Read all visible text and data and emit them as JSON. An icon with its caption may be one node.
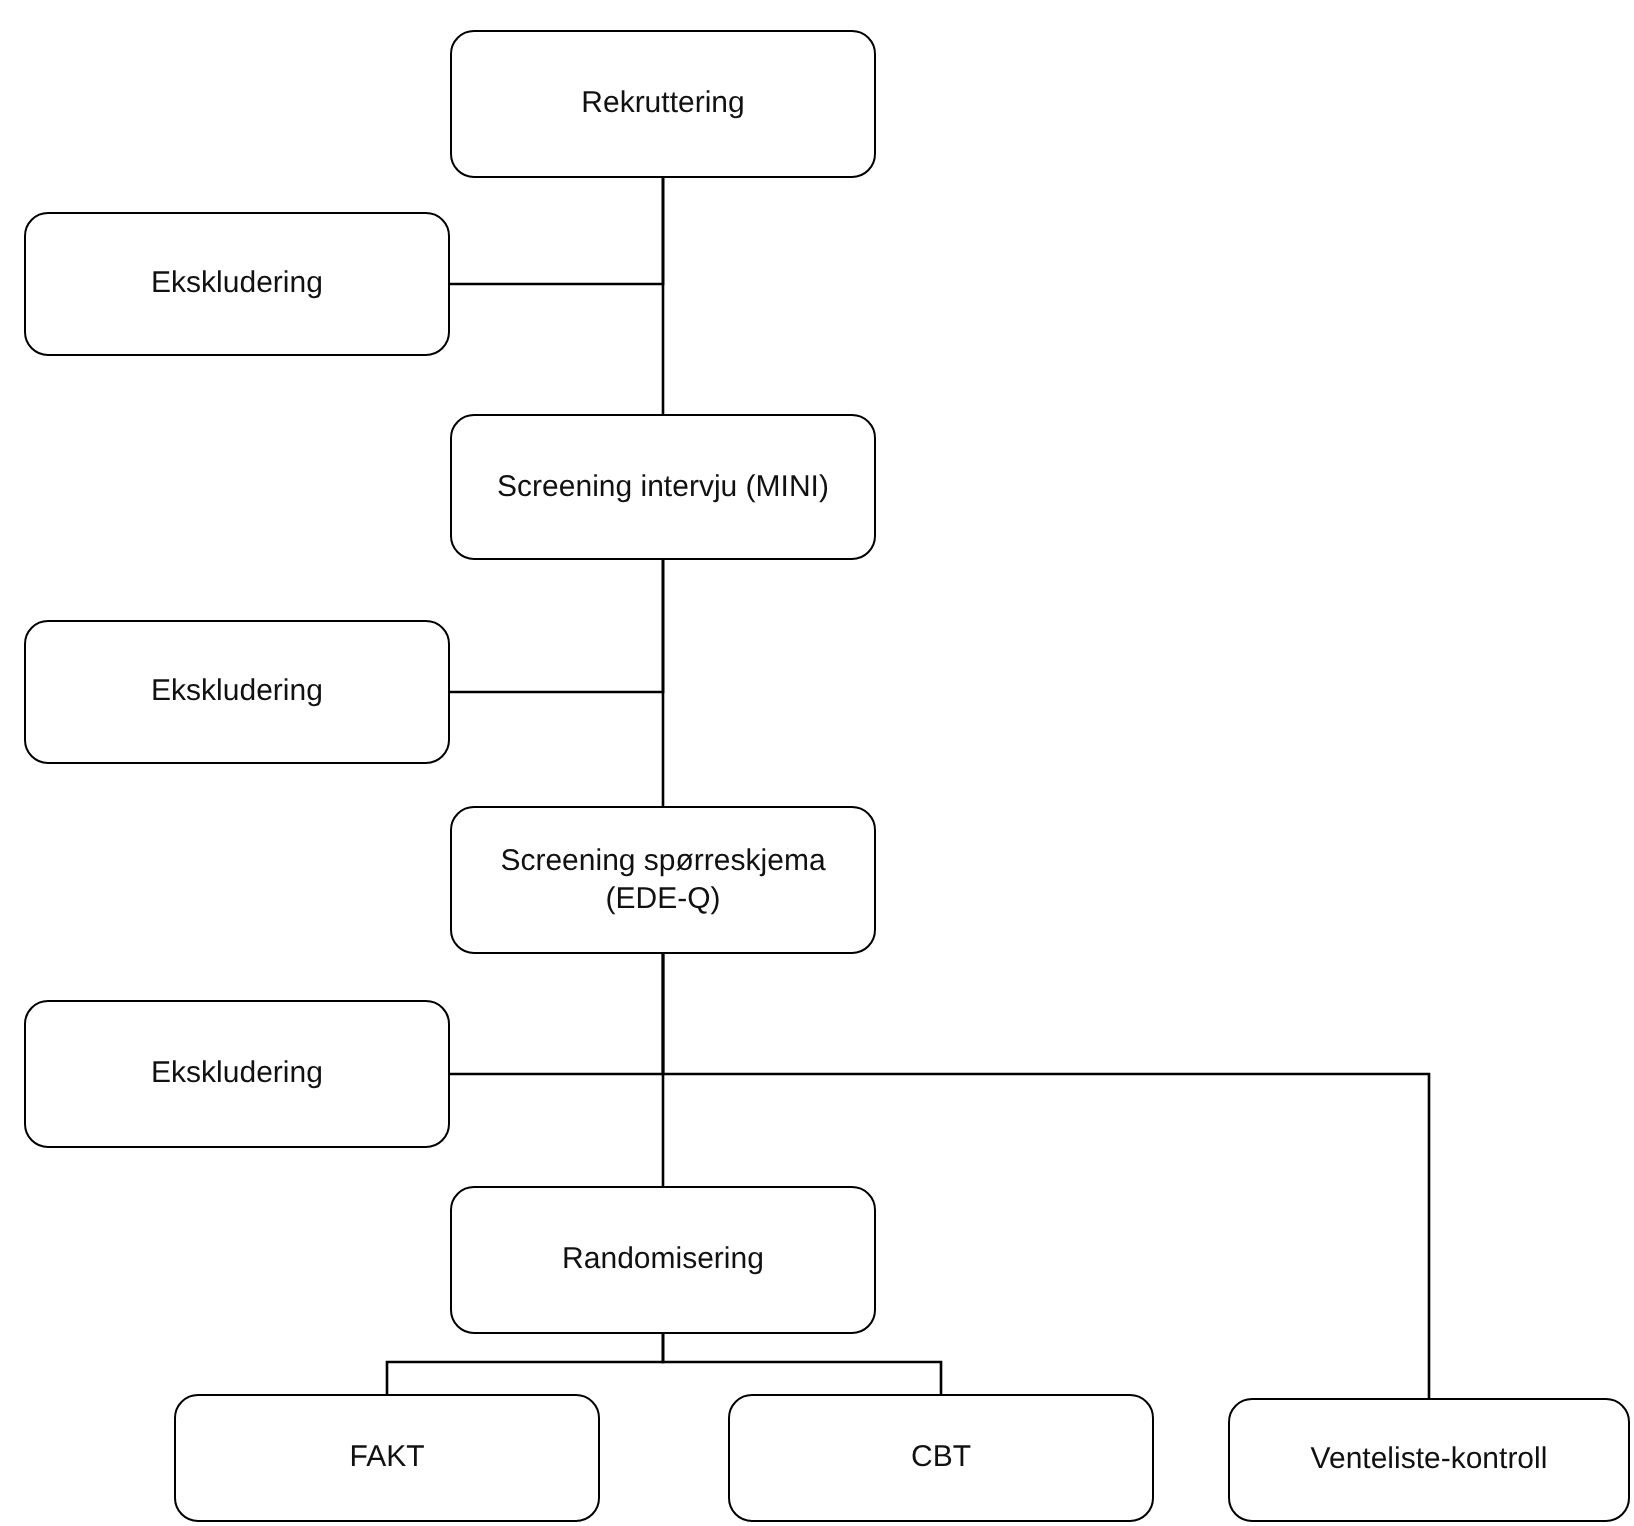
{
  "diagram": {
    "nodes": [
      {
        "text": [
          "Rekruttering"
        ]
      },
      {
        "text": [
          "Ekskludering"
        ]
      },
      {
        "text": [
          "Screening intervju (MINI)"
        ]
      },
      {
        "text": [
          "Ekskludering"
        ]
      },
      {
        "text": [
          "Screening spørreskjema (EDE-Q)"
        ]
      },
      {
        "text": [
          "Ekskludering"
        ]
      },
      {
        "text": [
          "Randomisering"
        ]
      },
      {
        "text": [
          "FAKT"
        ]
      },
      {
        "text": [
          "CBT"
        ]
      },
      {
        "text": [
          "Venteliste-kontroll"
        ]
      }
    ],
    "edges": [
      {
        "from": 0,
        "to": 1,
        "arrow": "none"
      },
      {
        "from": 0,
        "to": 2,
        "arrow": "none"
      },
      {
        "from": 2,
        "to": 3,
        "arrow": "none"
      },
      {
        "from": 2,
        "to": 4,
        "arrow": "none"
      },
      {
        "from": 4,
        "to": 5,
        "arrow": "none"
      },
      {
        "from": 4,
        "to": 6,
        "arrow": "none"
      },
      {
        "from": 4,
        "to": 9,
        "arrow": "none"
      },
      {
        "from": 6,
        "to": 7,
        "arrow": "none"
      },
      {
        "from": 6,
        "to": 8,
        "arrow": "none"
      }
    ]
  }
}
